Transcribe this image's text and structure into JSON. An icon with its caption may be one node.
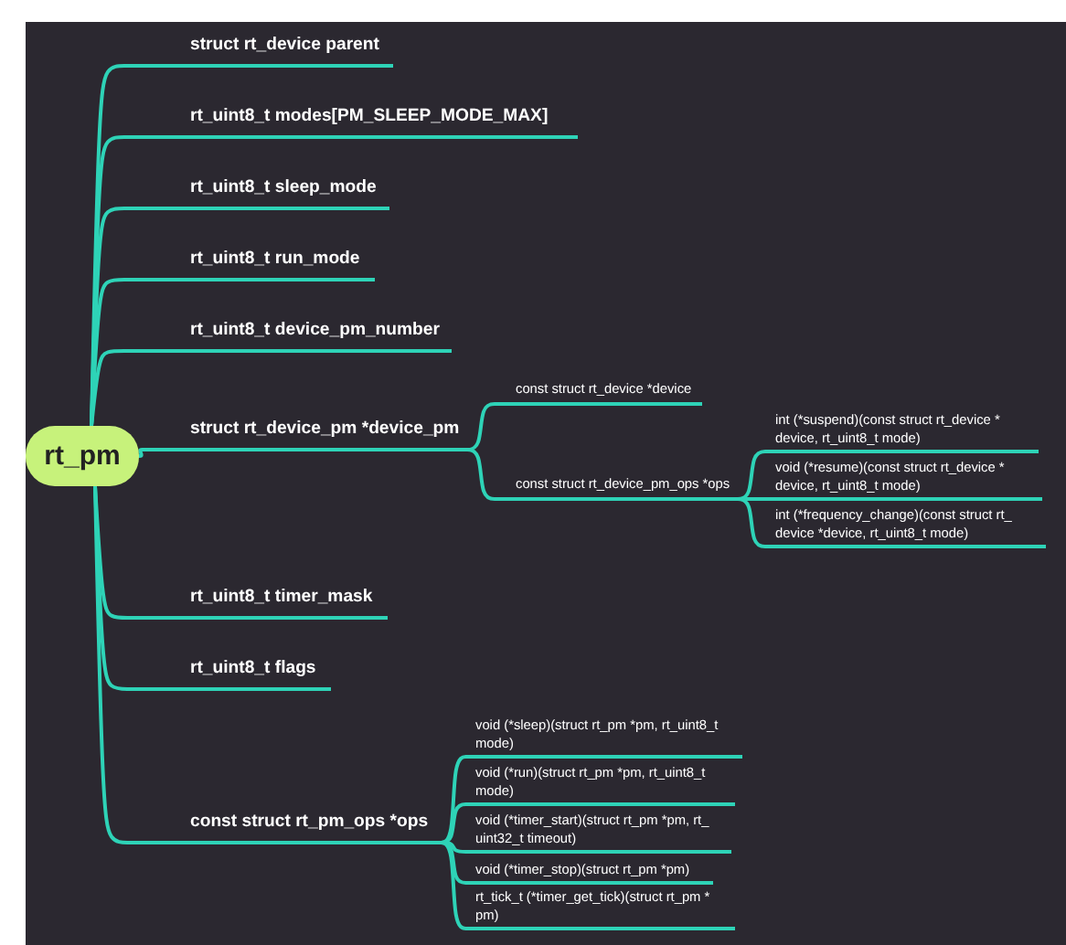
{
  "diagram": {
    "nodes": [
      {
        "text": [
          "rt_pm"
        ]
      },
      {
        "text": [
          "struct rt_device parent"
        ]
      },
      {
        "text": [
          "rt_uint8_t modes[PM_SLEEP_MODE_MAX]"
        ]
      },
      {
        "text": [
          "rt_uint8_t sleep_mode"
        ]
      },
      {
        "text": [
          "rt_uint8_t run_mode"
        ]
      },
      {
        "text": [
          "rt_uint8_t device_pm_number"
        ]
      },
      {
        "text": [
          "struct rt_device_pm *device_pm"
        ]
      },
      {
        "text": [
          "const struct rt_device *device"
        ]
      },
      {
        "text": [
          "const struct rt_device_pm_ops *ops"
        ]
      },
      {
        "text": [
          "int (*suspend)(const struct rt_device * device, rt_uint8_t mode)"
        ]
      },
      {
        "text": [
          "void (*resume)(const struct rt_device * device, rt_uint8_t mode)"
        ]
      },
      {
        "text": [
          "int (*frequency_change)(const struct rt_ device *device, rt_uint8_t mode)"
        ]
      },
      {
        "text": [
          "rt_uint8_t timer_mask"
        ]
      },
      {
        "text": [
          "rt_uint8_t flags"
        ]
      },
      {
        "text": [
          "const struct rt_pm_ops *ops"
        ]
      },
      {
        "text": [
          "void (*sleep)(struct rt_pm *pm, rt_uint8_t mode)"
        ]
      },
      {
        "text": [
          "void (*run)(struct rt_pm *pm, rt_uint8_t mode)"
        ]
      },
      {
        "text": [
          "void (*timer_start)(struct rt_pm *pm, rt_ uint32_t timeout)"
        ]
      },
      {
        "text": [
          "void (*timer_stop)(struct rt_pm *pm)"
        ]
      },
      {
        "text": [
          "rt_tick_t (*timer_get_tick)(struct rt_pm * pm)"
        ]
      }
    ],
    "edges": [
      {
        "from": 0,
        "to": 1,
        "arrow": "none"
      },
      {
        "from": 0,
        "to": 2,
        "arrow": "none"
      },
      {
        "from": 0,
        "to": 3,
        "arrow": "none"
      },
      {
        "from": 0,
        "to": 4,
        "arrow": "none"
      },
      {
        "from": 0,
        "to": 5,
        "arrow": "none"
      },
      {
        "from": 0,
        "to": 6,
        "arrow": "none"
      },
      {
        "from": 6,
        "to": 7,
        "arrow": "none"
      },
      {
        "from": 6,
        "to": 8,
        "arrow": "none"
      },
      {
        "from": 8,
        "to": 9,
        "arrow": "none"
      },
      {
        "from": 8,
        "to": 10,
        "arrow": "none"
      },
      {
        "from": 8,
        "to": 11,
        "arrow": "none"
      },
      {
        "from": 0,
        "to": 12,
        "arrow": "none"
      },
      {
        "from": 0,
        "to": 13,
        "arrow": "none"
      },
      {
        "from": 0,
        "to": 14,
        "arrow": "none"
      },
      {
        "from": 14,
        "to": 15,
        "arrow": "none"
      },
      {
        "from": 14,
        "to": 16,
        "arrow": "none"
      },
      {
        "from": 14,
        "to": 17,
        "arrow": "none"
      },
      {
        "from": 14,
        "to": 18,
        "arrow": "none"
      },
      {
        "from": 14,
        "to": 19,
        "arrow": "none"
      }
    ]
  }
}
